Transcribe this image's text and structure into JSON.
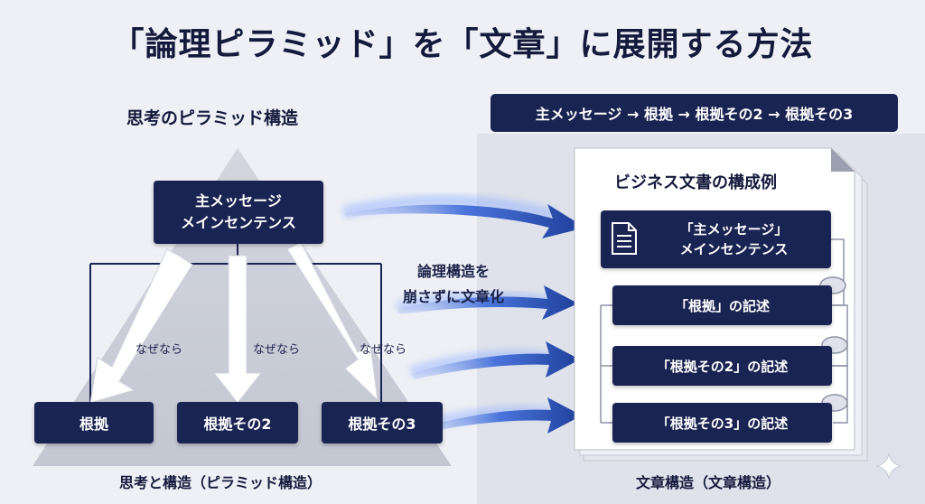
{
  "title": "「論理ピラミッド」を「文章」に展開する方法",
  "left": {
    "heading": "思考のピラミッド構造",
    "main_message_line1": "主メッセージ",
    "main_message_line2": "メインセンテンス",
    "because_label": "なぜなら",
    "leaves": [
      "根拠",
      "根拠その2",
      "根拠その3"
    ],
    "caption": "思考と構造（ピラミッド構造）"
  },
  "middle_label_line1": "論理構造を",
  "middle_label_line2": "崩さずに文章化",
  "right": {
    "flow": "主メッセージ → 根拠 → 根拠その2 → 根拠その3",
    "doc_title": "ビジネス文書の構成例",
    "doc_main_line1": "「主メッセージ」",
    "doc_main_line2": "メインセンテンス",
    "items": [
      "「根拠」の記述",
      "「根拠その2」の記述",
      "「根拠その3」の記述"
    ],
    "caption": "文章構造（文章構造）"
  },
  "icons": [
    "document-icon",
    "thought-bubble-icon",
    "sparkle-icon"
  ],
  "colors": {
    "navy": "#1a2452",
    "arrow_blue": "#2f5bd0",
    "background": "#eef0f5"
  }
}
